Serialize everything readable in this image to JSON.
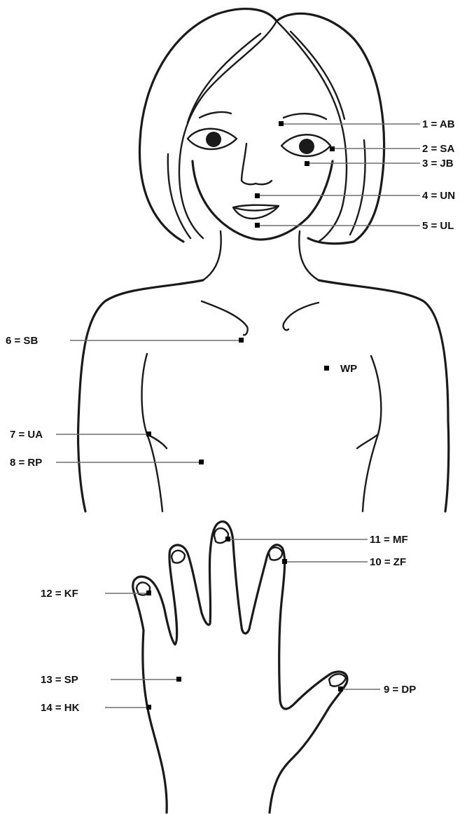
{
  "points": [
    {
      "key": "ab",
      "label": "1 = AB"
    },
    {
      "key": "sa",
      "label": "2 = SA"
    },
    {
      "key": "jb",
      "label": "3 = JB"
    },
    {
      "key": "un",
      "label": "4 = UN"
    },
    {
      "key": "ul",
      "label": "5 = UL"
    },
    {
      "key": "sb",
      "label": "6 = SB"
    },
    {
      "key": "wp",
      "label": "WP"
    },
    {
      "key": "ua",
      "label": "7 = UA"
    },
    {
      "key": "rp",
      "label": "8 = RP"
    },
    {
      "key": "mf",
      "label": "11 = MF"
    },
    {
      "key": "zf",
      "label": "10 = ZF"
    },
    {
      "key": "kf",
      "label": "12 = KF"
    },
    {
      "key": "sp",
      "label": "13 = SP"
    },
    {
      "key": "dp",
      "label": "9 = DP"
    },
    {
      "key": "hk",
      "label": "14 = HK"
    }
  ],
  "figures": {
    "upper": "woman-head-and-torso",
    "lower": "hand"
  }
}
